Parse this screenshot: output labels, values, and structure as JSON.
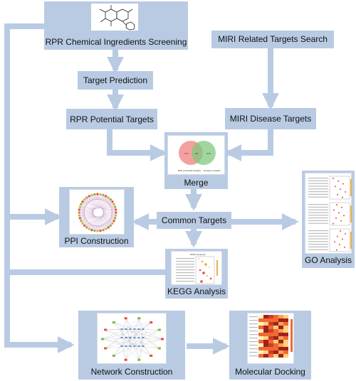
{
  "nodes": {
    "screening": "RPR Chemical Ingredients Screening",
    "miri_search": "MIRI Related Targets Search",
    "target_prediction": "Target Prediction",
    "rpr_targets": "RPR Potential Targets",
    "miri_targets": "MIRI Disease Targets",
    "merge": "Merge",
    "common": "Common Targets",
    "ppi": "PPI Construction",
    "go": "GO Analysis",
    "kegg": "KEGG Analysis",
    "network": "Network Construction",
    "docking": "Molecular Docking"
  },
  "venn": {
    "left_count": "157",
    "overlap_count": "98",
    "right_count": "628",
    "left_label": "RPR potential targets",
    "right_label": "Disease targets",
    "colors": {
      "left": "#f08080",
      "right": "#7fc97f"
    }
  },
  "kegg_thumb": {
    "title": "KEGG Analysis"
  },
  "colors": {
    "box": "#b9cbe3",
    "arrow": "#b9cbe3",
    "text": "#111111"
  }
}
